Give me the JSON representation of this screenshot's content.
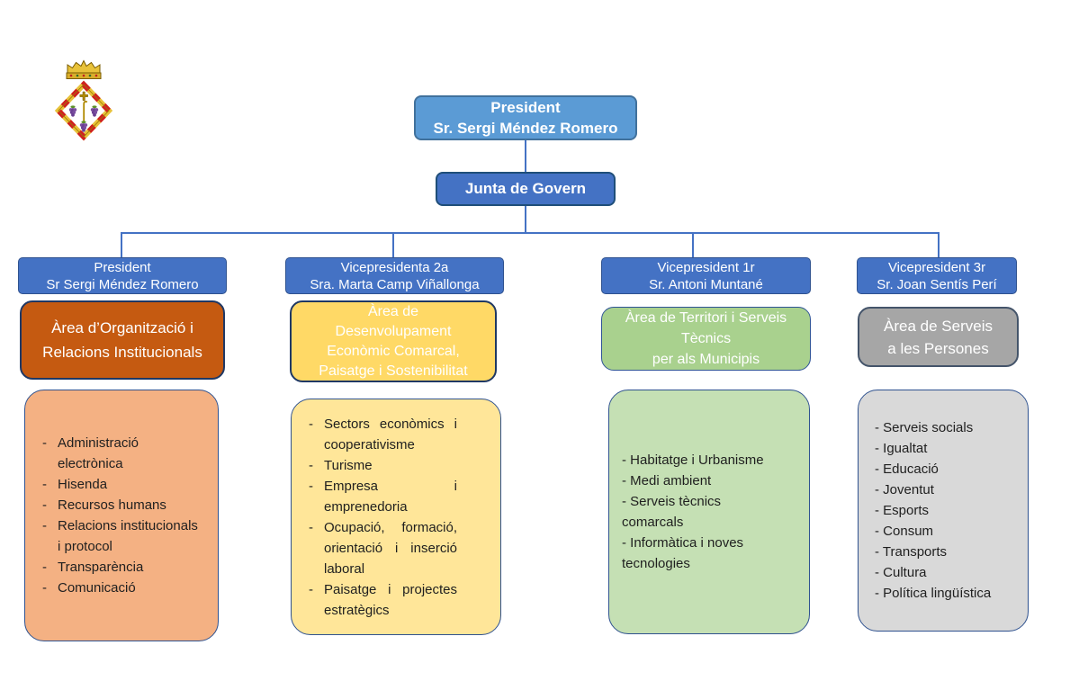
{
  "palette": {
    "connector_line": "#4472C4",
    "president_fill": "#5B9BD5",
    "header_fill": "#4472C4",
    "area_fills": [
      "#C55A11",
      "#FFD966",
      "#A9D18E",
      "#A6A6A6"
    ],
    "list_fills": [
      "#F4B183",
      "#FFE699",
      "#C5E0B4",
      "#D9D9D9"
    ],
    "bullet_char": "-"
  },
  "top": {
    "president_role": "President",
    "president_name": "Sr. Sergi Méndez Romero",
    "junta_label": "Junta de Govern"
  },
  "columns": [
    {
      "role": "President",
      "name": "Sr Sergi Méndez Romero",
      "area_lines": [
        "Àrea d’Organització i",
        "Relacions Institucionals"
      ],
      "items": [
        "Administració electrònica",
        "Hisenda",
        "Recursos humans",
        "Relacions institucionals i protocol",
        "Transparència",
        "Comunicació"
      ]
    },
    {
      "role": "Vicepresidenta 2a",
      "name": "Sra. Marta Camp Viñallonga",
      "area_lines": [
        "Àrea de",
        "Desenvolupament",
        "Econòmic Comarcal,",
        "Paisatge i Sostenibilitat"
      ],
      "items": [
        "Sectors econòmics i cooperativisme",
        "Turisme",
        "Empresa i emprenedoria",
        "Ocupació, formació, orientació i inserció laboral",
        "Paisatge i projectes estratègics"
      ]
    },
    {
      "role": "Vicepresident 1r",
      "name": "Sr. Antoni Muntané",
      "area_lines": [
        "Àrea de Territori i Serveis",
        "Tècnics",
        "per als Municipis"
      ],
      "items": [
        "Habitatge i Urbanisme",
        "Medi ambient",
        "Serveis tècnics comarcals",
        "Informàtica i noves tecnologies"
      ]
    },
    {
      "role": "Vicepresident 3r",
      "name": "Sr. Joan Sentís Perí",
      "area_lines": [
        "Àrea de Serveis",
        "a les Persones"
      ],
      "items": [
        "Serveis socials",
        "Igualtat",
        "Educació",
        "Joventut",
        "Esports",
        "Consum",
        "Transports",
        "Cultura",
        "Política lingüística"
      ]
    }
  ]
}
